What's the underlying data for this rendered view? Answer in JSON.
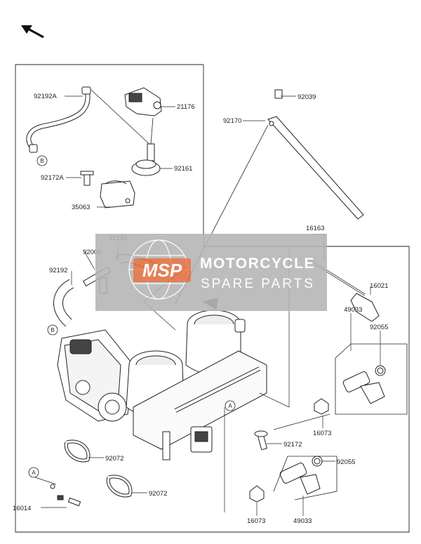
{
  "parts": {
    "p92192A": "92192A",
    "p21176": "21176",
    "p92039": "92039",
    "p92170": "92170",
    "p92161": "92161",
    "p92172A": "92172A",
    "p35063": "35063",
    "p16163": "16163",
    "p92192_top": "92192",
    "p92005": "92005",
    "p92192_left": "92192",
    "p16021": "16021",
    "p49033_top": "49033",
    "p92055_top": "92055",
    "p16073_top": "16073",
    "p92072_a": "92072",
    "p92172": "92172",
    "p92055_bottom": "92055",
    "p92072_b": "92072",
    "p16014": "16014",
    "p16073_bottom": "16073",
    "p49033_bottom": "49033"
  },
  "callouts": {
    "b_top": "B",
    "b_body": "B",
    "a_body": "A",
    "a_left": "A"
  },
  "watermark": {
    "logo": "MSP",
    "title": "MOTORCYCLE",
    "subtitle": "SPARE PARTS"
  },
  "colors": {
    "watermark_bg": "#b5b5b5",
    "watermark_accent": "#e8622c",
    "line": "#222222"
  },
  "icons": {
    "orientation": "arrow-up-left-icon"
  }
}
